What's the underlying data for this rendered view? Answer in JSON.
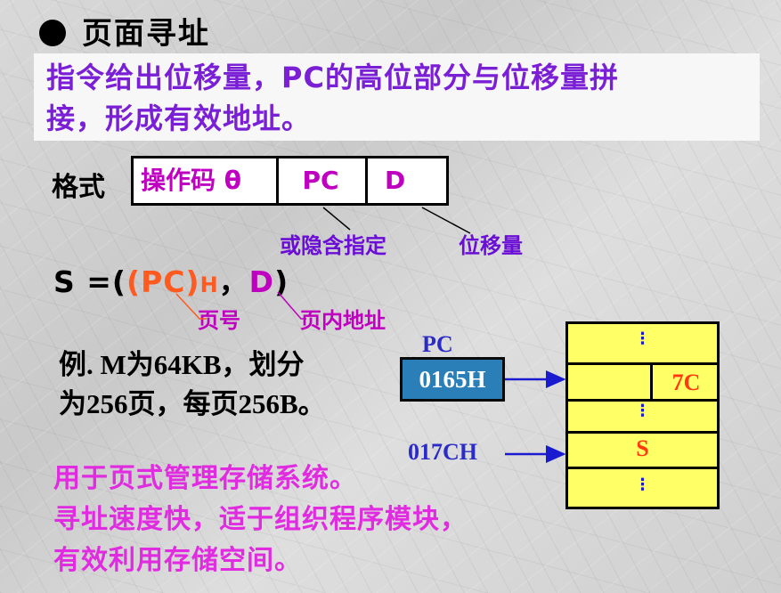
{
  "slide": {
    "title": "页面寻址",
    "description_line1": "指令给出位移量，PC的高位部分与位移量拼",
    "description_line2": "接，形成有效地址。"
  },
  "format": {
    "label": "格式",
    "fields": [
      "操作码 θ",
      "PC",
      "D"
    ],
    "callout_pc": "或隐含指定",
    "callout_d": "位移量"
  },
  "formula": {
    "prefix": "S =(",
    "pc_part": "(PC)",
    "pc_sub": "H",
    "comma": "，",
    "d_part": "D",
    "suffix": ")",
    "label_page": "页号",
    "label_offset": "页内地址"
  },
  "example": {
    "line1": "例. M为64KB，划分",
    "line2": "为256页，每页256B。"
  },
  "diagram": {
    "pc_label": "PC",
    "pc_value": "0165H",
    "address_label": "017CH",
    "memory_cells": [
      "⋮",
      "7C",
      "⋮",
      "S",
      "⋮"
    ],
    "colors": {
      "memory_fill": "#ffff66",
      "pc_fill": "#2a7fb8",
      "arrow": "#1a1acf"
    }
  },
  "summary": {
    "line1": "用于页式管理存储系统。",
    "line2": "寻址速度快，适于组织程序模块，",
    "line3": "有效利用存储空间。"
  }
}
